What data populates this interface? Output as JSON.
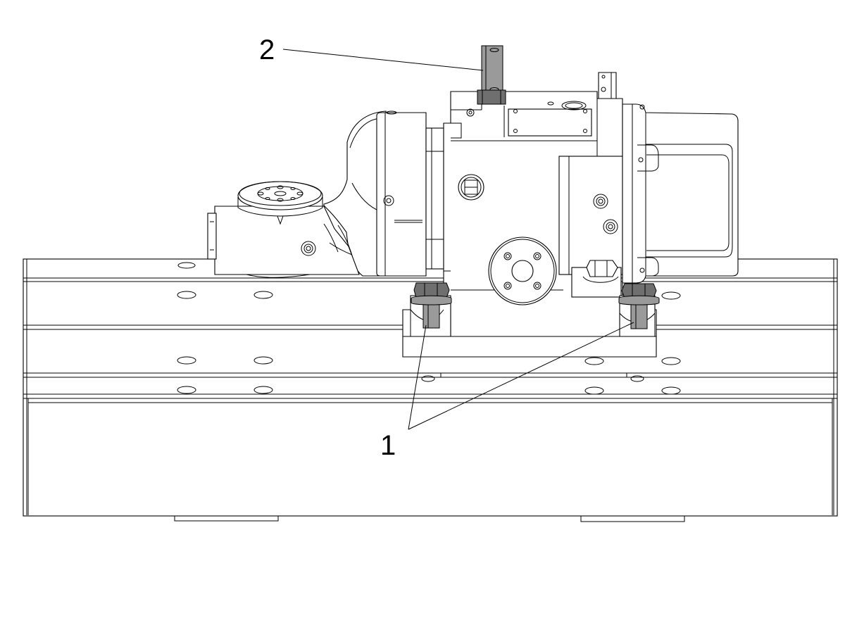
{
  "callouts": [
    {
      "id": "1",
      "label": "1",
      "refers_to": "mounting-bolts"
    },
    {
      "id": "2",
      "label": "2",
      "refers_to": "lifting-bracket"
    }
  ],
  "colors": {
    "line": "#000000",
    "part_highlight": "#9a9a9a",
    "part_dark": "#6f6f6f",
    "background": "#ffffff"
  }
}
